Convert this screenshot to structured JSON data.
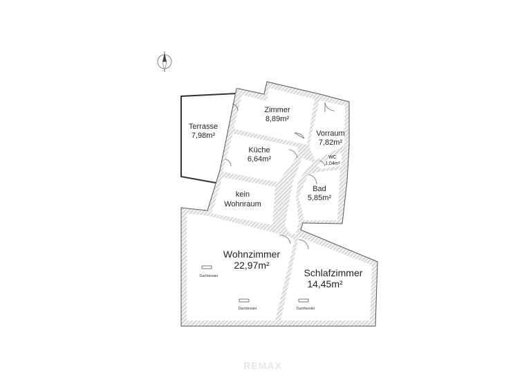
{
  "rooms": {
    "terrasse": {
      "name": "Terrasse",
      "area": "7,98m²"
    },
    "zimmer": {
      "name": "Zimmer",
      "area": "8,89m²"
    },
    "vorraum": {
      "name": "Vorraum",
      "area": "7,82m²"
    },
    "kueche": {
      "name": "Küche",
      "area": "6,64m²"
    },
    "wc": {
      "name": "WC",
      "area": "1,04m²"
    },
    "bad": {
      "name": "Bad",
      "area": "5,85m²"
    },
    "kein_wohnraum": {
      "name_line1": "kein",
      "name_line2": "Wohnraum"
    },
    "wohnzimmer": {
      "name": "Wohnzimmer",
      "area": "22,97m²"
    },
    "schlafzimmer": {
      "name": "Schlafzimmer",
      "area": "14,45m²"
    }
  },
  "skylights": {
    "label_1": "Dachfenster",
    "label_2": "Dachfenster",
    "label_3": "Dachfenster"
  },
  "watermark": "REMAX",
  "icons": {
    "compass": "north-arrow-icon"
  }
}
